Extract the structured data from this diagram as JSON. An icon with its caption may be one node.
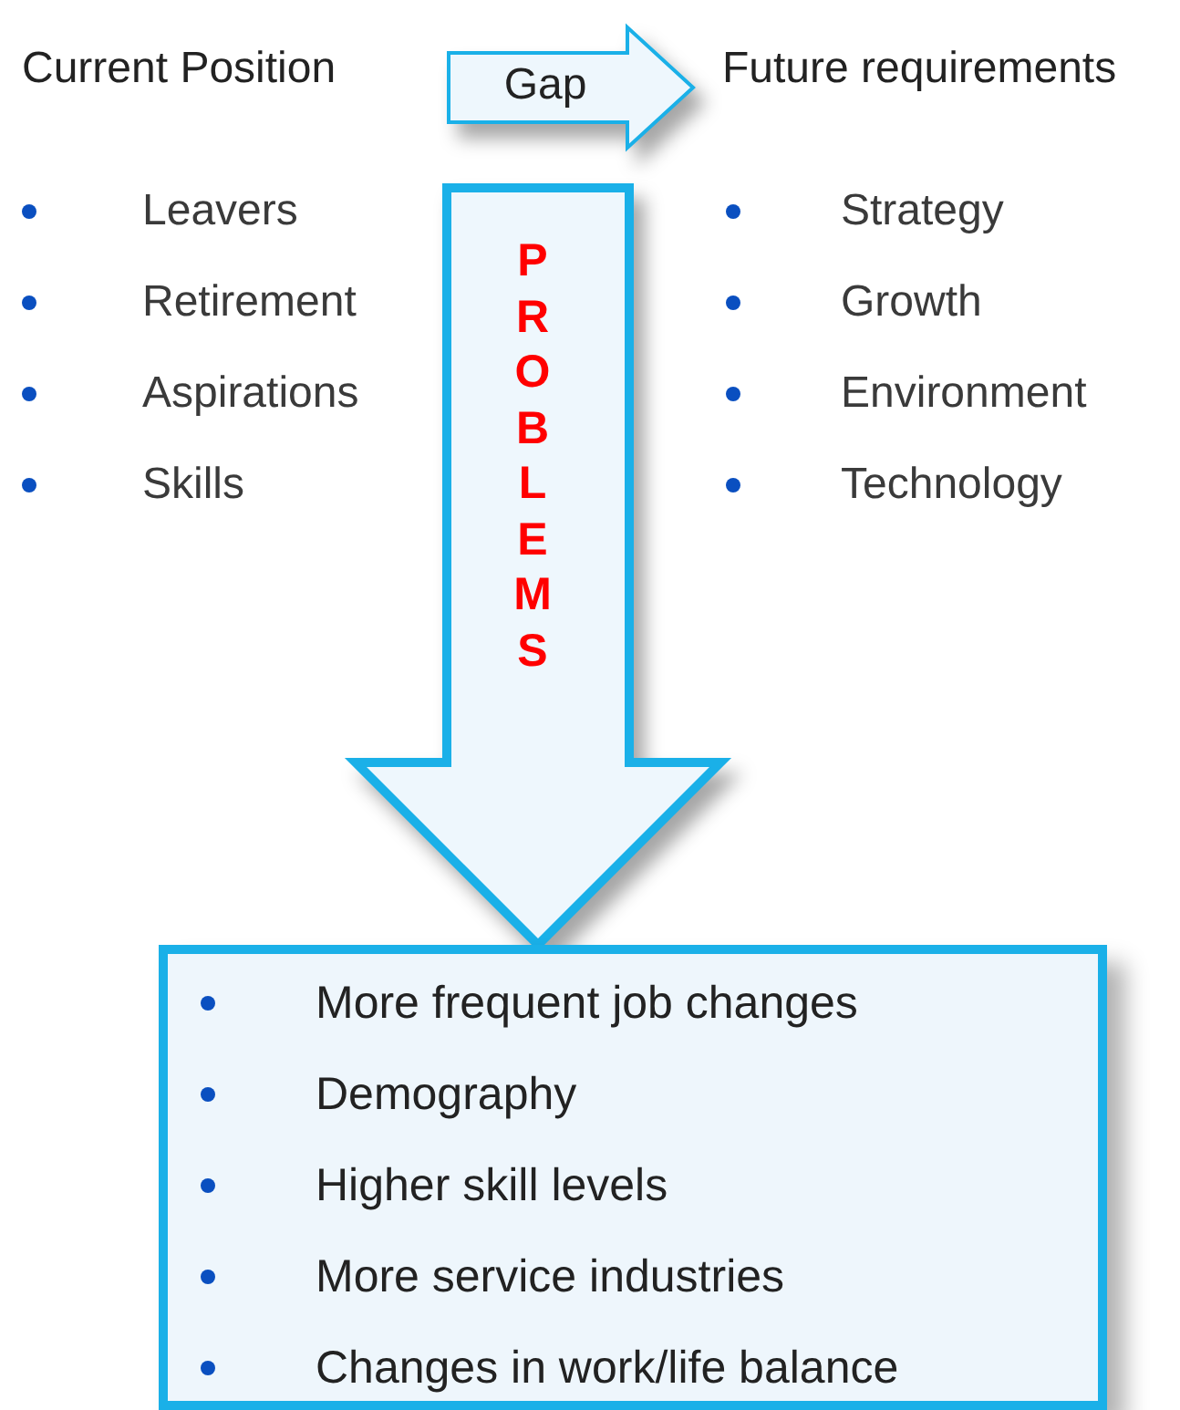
{
  "diagram": {
    "nodes": [
      {
        "text": [
          "Current Position",
          "Leavers",
          "Retirement",
          "Aspirations",
          "Skills"
        ]
      },
      {
        "text": [
          "Future requirements",
          "Strategy",
          "Growth",
          "Environment",
          "Technology"
        ]
      },
      {
        "text": [
          "More frequent job changes",
          "Demography",
          "Higher skill levels",
          "More service industries",
          "Changes in work/life balance"
        ]
      }
    ],
    "edges": [
      {
        "from": 0,
        "to": 1,
        "arrow": "to",
        "label": "Gap",
        "style": "thick"
      },
      {
        "from": null,
        "to": 2,
        "arrow": "to",
        "label": "PROBLEMS",
        "style": "thick"
      }
    ]
  }
}
